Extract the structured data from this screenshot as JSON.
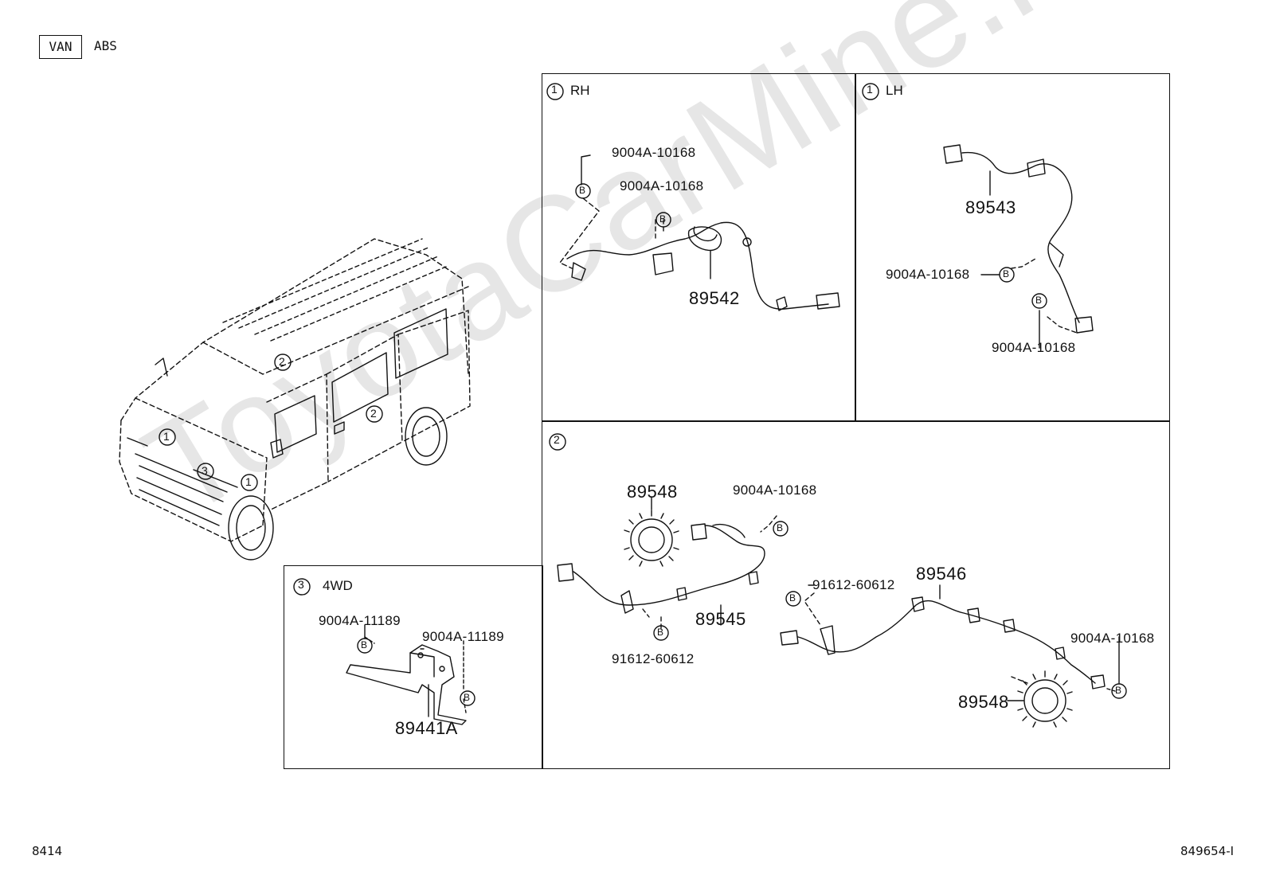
{
  "header": {
    "tag_boxed": "VAN",
    "tag_plain": "ABS"
  },
  "watermark": "ToyotaCarMine.ru",
  "footer": {
    "left": "8414",
    "right": "849654-I"
  },
  "panels": {
    "rh": {
      "marker": "1",
      "title": "RH",
      "labels": {
        "bolt_a": "9004A-10168",
        "bolt_b": "9004A-10168",
        "part": "89542"
      }
    },
    "lh": {
      "marker": "1",
      "title": "LH",
      "labels": {
        "part": "89543",
        "bolt_a": "9004A-10168",
        "bolt_b": "9004A-10168"
      }
    },
    "center": {
      "marker": "2",
      "labels": {
        "rotor_top": "89548",
        "bolt_top": "9004A-10168",
        "sensor_left": "89545",
        "clip_bottom": "91612-60612",
        "clip_mid": "91612-60612",
        "sensor_right": "89546",
        "bolt_right": "9004A-10168",
        "rotor_bottom": "89548"
      }
    },
    "fwd": {
      "marker": "3",
      "title": "4WD",
      "labels": {
        "bolt_a": "9004A-11189",
        "bolt_b": "9004A-11189",
        "part": "89441A"
      }
    }
  },
  "van_markers": [
    "2",
    "2",
    "1",
    "3",
    "1"
  ],
  "bolt_symbol": "B",
  "colors": {
    "line": "#111111",
    "watermark": "#e6e6e6"
  }
}
